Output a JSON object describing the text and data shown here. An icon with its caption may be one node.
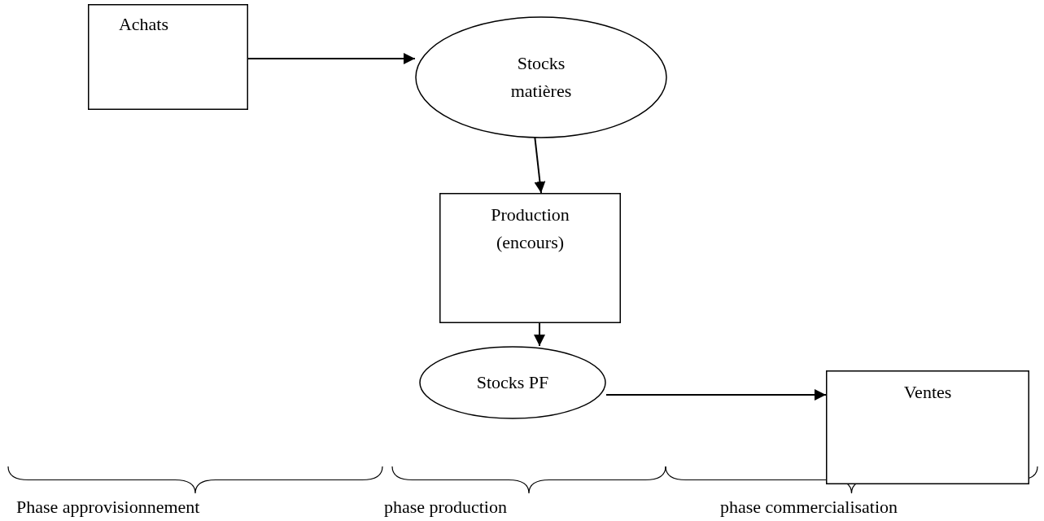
{
  "diagram": {
    "nodes": [
      {
        "text": [
          "Achats"
        ]
      },
      {
        "text": [
          "Stocks matières"
        ]
      },
      {
        "text": [
          "Production (encours)"
        ]
      },
      {
        "text": [
          "Stocks PF"
        ]
      },
      {
        "text": [
          "Ventes"
        ]
      }
    ],
    "edges": [
      {
        "from": 0,
        "to": 1,
        "arrow": "to"
      },
      {
        "from": 1,
        "to": 2,
        "arrow": "to"
      },
      {
        "from": 2,
        "to": 3,
        "arrow": "to"
      },
      {
        "from": 3,
        "to": 4,
        "arrow": "to"
      }
    ],
    "labels": [
      "Phase approvisionnement",
      "phase production",
      "phase commercialisation"
    ]
  }
}
